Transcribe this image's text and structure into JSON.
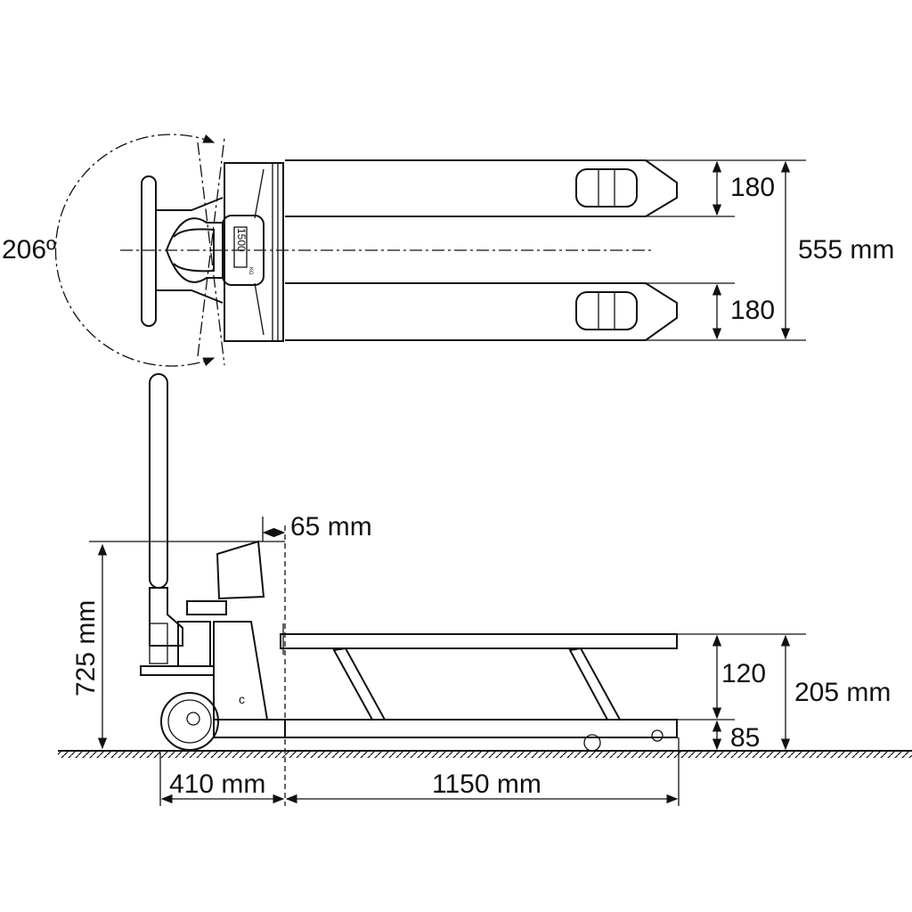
{
  "top_view": {
    "steer_angle_label": "206º",
    "fork_width_label": "180",
    "fork_width_label_2": "180",
    "overall_width_label": "555 mm",
    "scale_badge": "1500",
    "scale_badge_unit": "KG"
  },
  "side_view": {
    "overall_height_label": "725 mm",
    "offset_label": "65 mm",
    "lift_label": "120",
    "lowered_height_label": "85",
    "raised_height_label": "205 mm",
    "head_length_label": "410 mm",
    "fork_length_label": "1150 mm"
  }
}
